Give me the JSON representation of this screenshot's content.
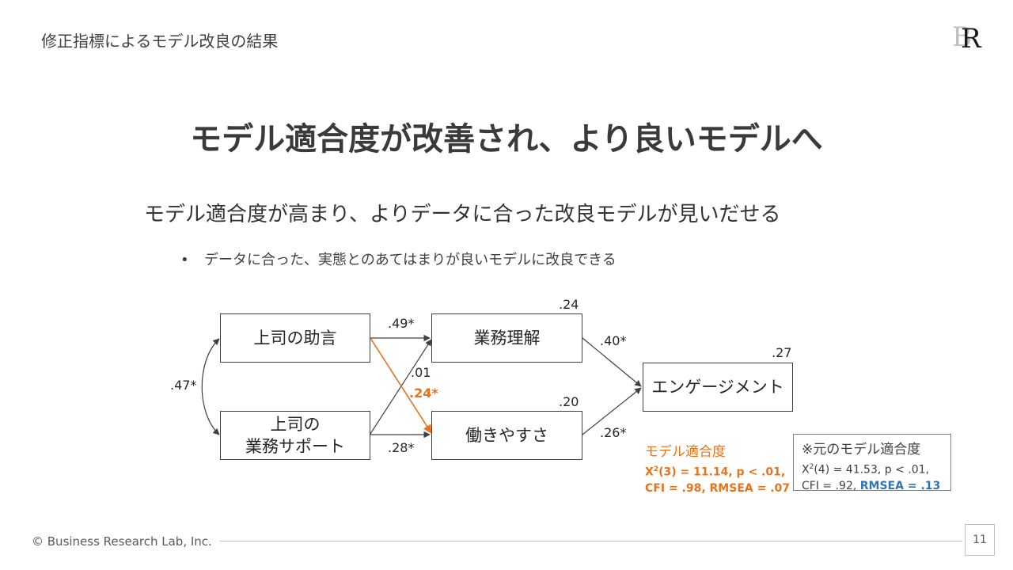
{
  "header": {
    "section_label": "修正指標によるモデル改良の結果",
    "logo_letters": [
      "B",
      "R"
    ]
  },
  "title": "モデル適合度が改善され、より良いモデルへ",
  "subtitle": "モデル適合度が高まり、よりデータに合った改良モデルが見いだせる",
  "bullet": {
    "marker": "•",
    "text": "データに合った、実態とのあてはまりが良いモデルに改良できる"
  },
  "diagram": {
    "nodes": {
      "boss_advice": "上司の助言",
      "boss_support_l1": "上司の",
      "boss_support_l2": "業務サポート",
      "understanding": "業務理解",
      "workability": "働きやすさ",
      "engagement": "エンゲージメント"
    },
    "r_squared": {
      "understanding": ".24",
      "workability": ".20",
      "engagement": ".27"
    },
    "paths": {
      "correlation": ".47*",
      "advice_to_understanding": ".49*",
      "support_to_understanding": ".01",
      "advice_to_workability": ".24*",
      "support_to_workability": ".28*",
      "understanding_to_engagement": ".40*",
      "workability_to_engagement": ".26*"
    },
    "colors": {
      "highlight": "#e8731a",
      "line": "#404040",
      "rmsea_old": "#2e75b6"
    }
  },
  "fit_new": {
    "heading": "モデル適合度",
    "chi_prefix": "X",
    "chi_sup": "2",
    "chi_rest": "(3) = 11.14, p < .01,",
    "line2": "CFI = .98, RMSEA = .07"
  },
  "fit_old": {
    "heading": "※元のモデル適合度",
    "chi_prefix": "X",
    "chi_sup": "2",
    "chi_rest": "(4) = 41.53, p < .01,",
    "line2_plain": "CFI = .92, ",
    "line2_rmsea": "RMSEA = .13"
  },
  "footer": {
    "copyright": "© Business Research Lab, Inc.",
    "page_number": "11"
  }
}
